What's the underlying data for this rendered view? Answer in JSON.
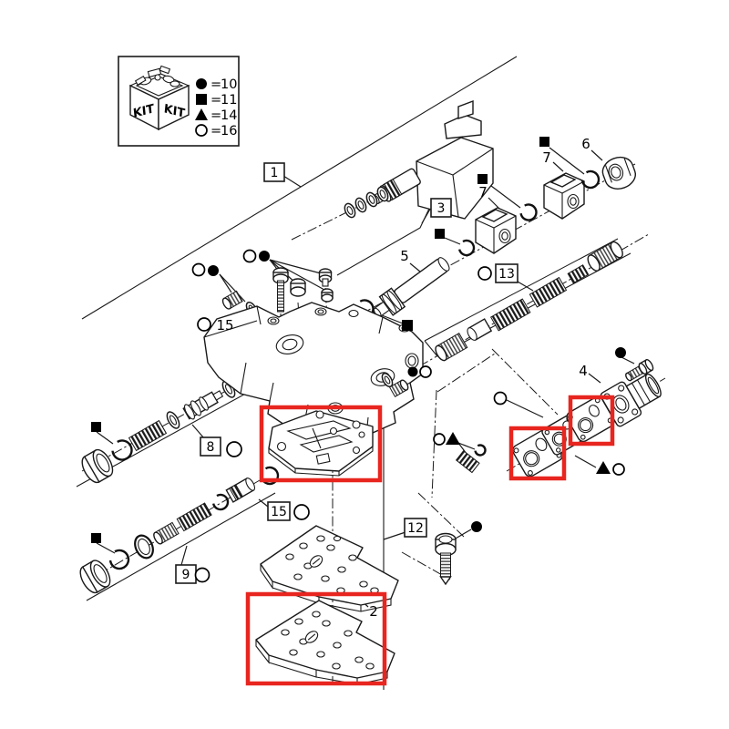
{
  "legend": {
    "kit_label": "KIT",
    "entries": [
      {
        "symbol": "filled-circle",
        "operator": "=",
        "value": "10"
      },
      {
        "symbol": "filled-square",
        "operator": "=",
        "value": "11"
      },
      {
        "symbol": "filled-triangle",
        "operator": "=",
        "value": "14"
      },
      {
        "symbol": "open-circle",
        "operator": "=",
        "value": "16"
      }
    ]
  },
  "callouts": {
    "boxed": {
      "c1": "1",
      "c3": "3",
      "c8": "8",
      "c9": "9",
      "c12": "12",
      "c13": "13",
      "c15": "15"
    },
    "plain": {
      "p2": "2",
      "p4": "4",
      "p5": "5",
      "p6": "6",
      "p7": "7",
      "p15": "15"
    }
  },
  "highlights": {
    "color": "#e8251f",
    "count": 4
  }
}
